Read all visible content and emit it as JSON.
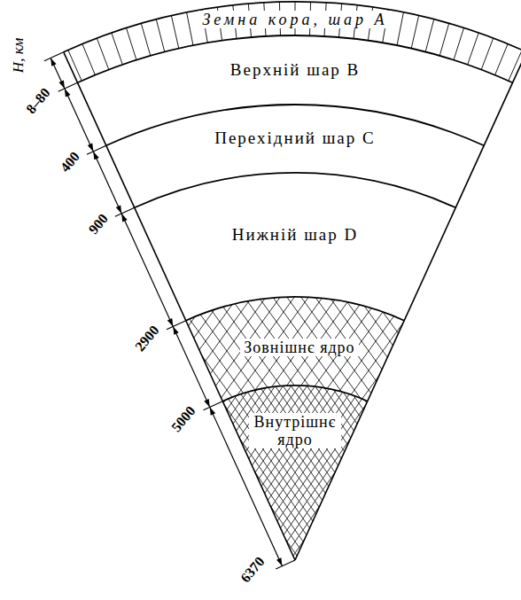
{
  "diagram": {
    "nodes": [
      {
        "text": [
          "Земна кора, шар A"
        ]
      },
      {
        "text": [
          "Верхній шар B"
        ]
      },
      {
        "text": [
          "Перехідний шар C"
        ]
      },
      {
        "text": [
          "Нижній шар D"
        ]
      },
      {
        "text": [
          "Зовнішнє ядро"
        ]
      },
      {
        "text": [
          "Внутрішнє ядро"
        ]
      }
    ],
    "labels": [
      "H, км",
      "8–80",
      "400",
      "900",
      "2900",
      "5000",
      "6370"
    ]
  }
}
